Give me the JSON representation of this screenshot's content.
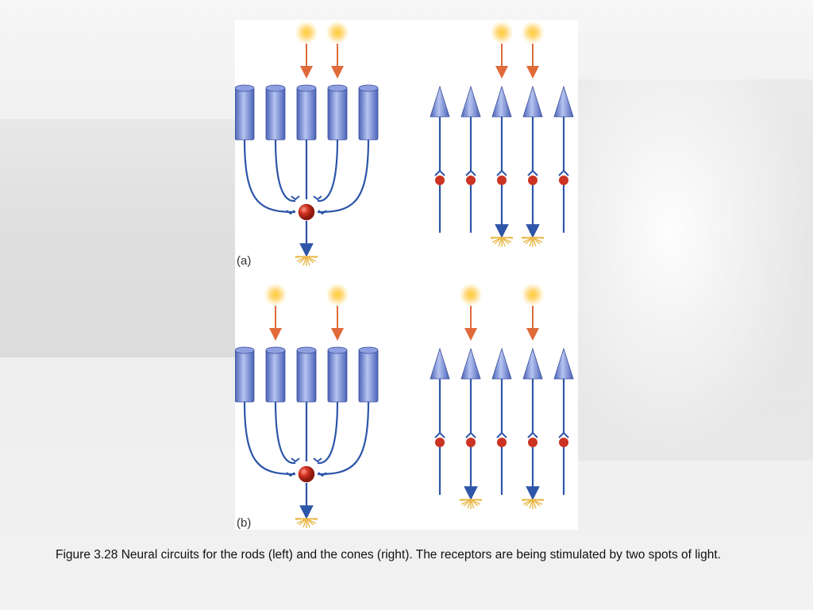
{
  "figure": {
    "panels": [
      {
        "label": "(a)",
        "lit_rods": [
          3,
          4
        ],
        "lit_cones": [
          3,
          4
        ]
      },
      {
        "label": "(b)",
        "lit_rods": [
          2,
          4
        ],
        "lit_cones": [
          2,
          4
        ]
      }
    ],
    "receptor_count": 5,
    "colors": {
      "receptor_blue": "#6f84cc",
      "axon_blue": "#2d55a8",
      "light_arrow": "#e06a3a",
      "cell_body_red": "#cc3322",
      "terminal_gold": "#e8b84a",
      "light_glow": "#ffcc44"
    }
  },
  "caption": {
    "text": "Figure 3.28  Neural circuits for the rods (left) and the cones (right). The receptors are being stimulated by two spots of light."
  }
}
